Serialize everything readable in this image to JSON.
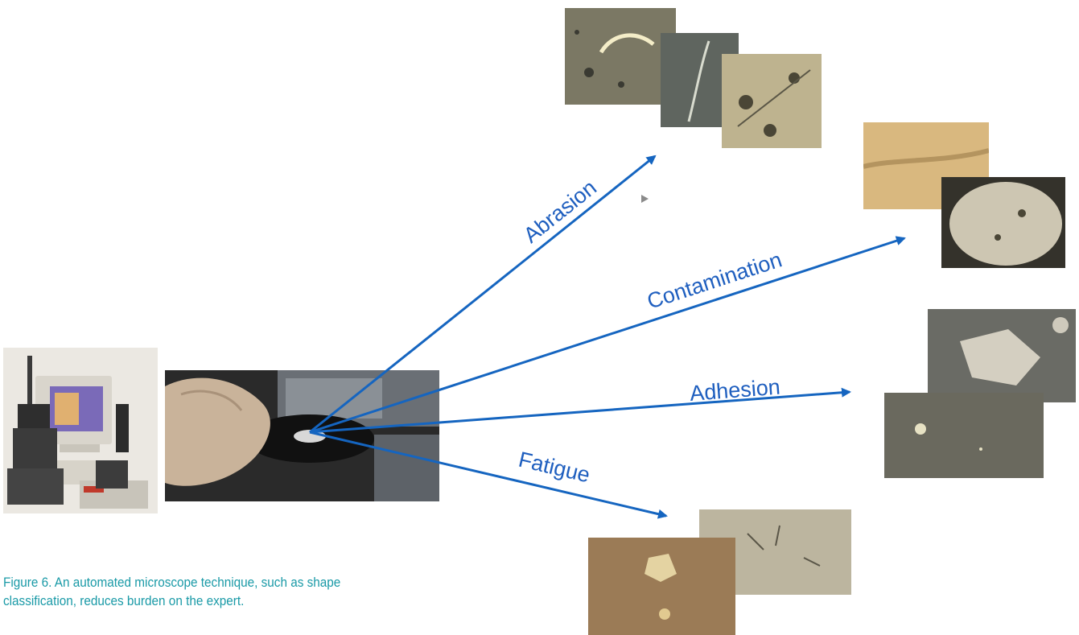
{
  "figure": {
    "caption_line1": "Figure 6. An automated microscope technique, such as shape",
    "caption_line2": "classification, reduces burden on the expert."
  },
  "arrows": {
    "abrasion": "Abrasion",
    "contamination": "Contamination",
    "adhesion": "Adhesion",
    "fatigue": "Fatigue"
  },
  "colors": {
    "arrow": "#1565c0",
    "caption": "#1a9aa7"
  }
}
